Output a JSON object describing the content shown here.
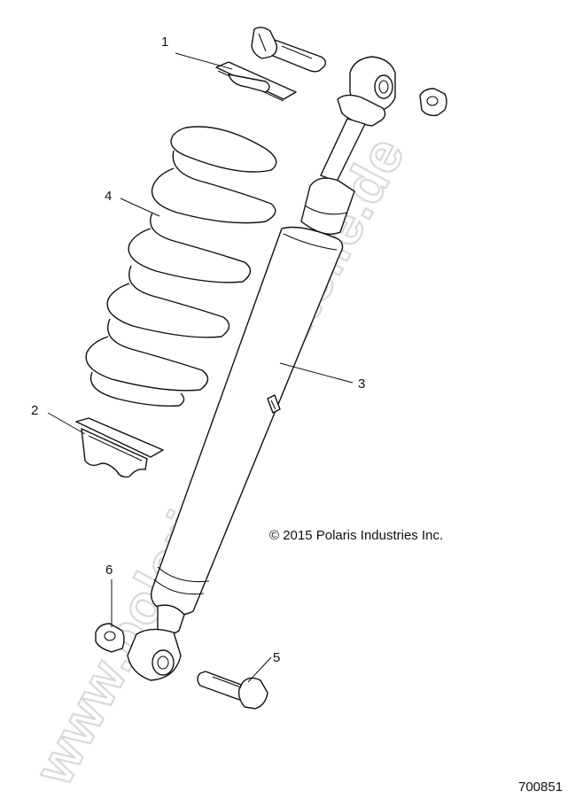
{
  "callouts": [
    {
      "label": "1",
      "part": "spring-retainer-top"
    },
    {
      "label": "2",
      "part": "spring-retainer-bottom"
    },
    {
      "label": "3",
      "part": "shock-absorber"
    },
    {
      "label": "4",
      "part": "coil-spring"
    },
    {
      "label": "5",
      "part": "lower-bolt"
    },
    {
      "label": "6",
      "part": "nut"
    }
  ],
  "copyright": "© 2015 Polaris Industries Inc.",
  "diagram_number": "700851",
  "watermark": "www.polariservsatzteile.de"
}
